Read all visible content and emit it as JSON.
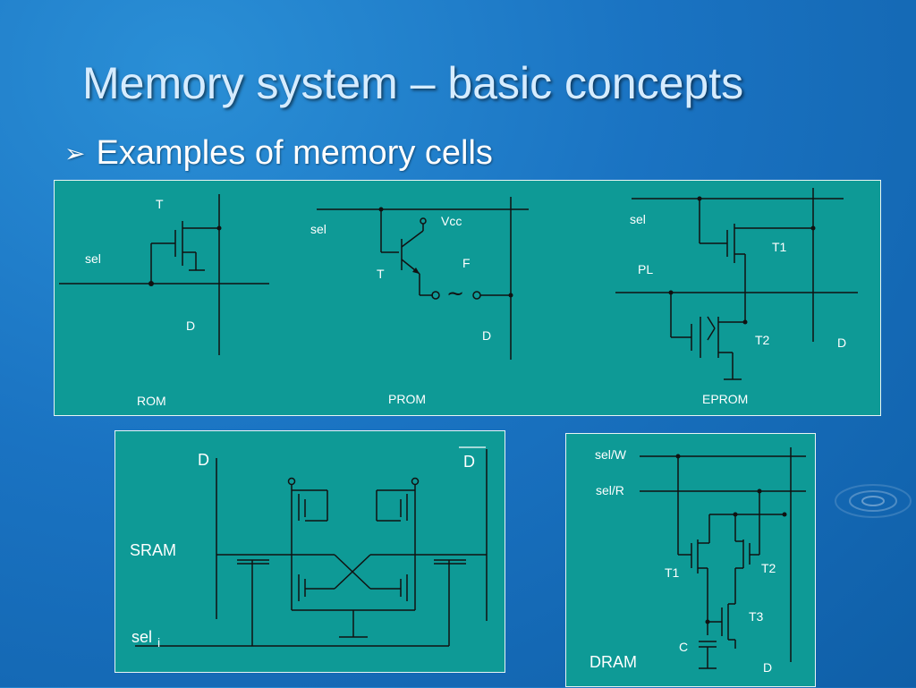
{
  "slide": {
    "title": "Memory system – basic concepts",
    "bullet": "Examples of memory cells"
  },
  "panels": {
    "rom": {
      "caption": "ROM",
      "t": "T",
      "sel": "sel",
      "d": "D"
    },
    "prom": {
      "caption": "PROM",
      "sel": "sel",
      "vcc": "Vcc",
      "f": "F",
      "t": "T",
      "d": "D"
    },
    "eprom": {
      "caption": "EPROM",
      "sel": "sel",
      "t1": "T1",
      "pl": "PL",
      "t2": "T2",
      "d": "D"
    },
    "sram": {
      "title": "SRAM",
      "d": "D",
      "dbar": "D",
      "sel": "sel",
      "sel_sub": "i"
    },
    "dram": {
      "title": "DRAM",
      "selw": "sel/W",
      "selr": "sel/R",
      "t1": "T1",
      "t2": "T2",
      "t3": "T3",
      "c": "C",
      "d": "D"
    }
  },
  "colors": {
    "panel": "#0e9a96",
    "background": "#1a73c2",
    "title": "#d6ecff"
  }
}
